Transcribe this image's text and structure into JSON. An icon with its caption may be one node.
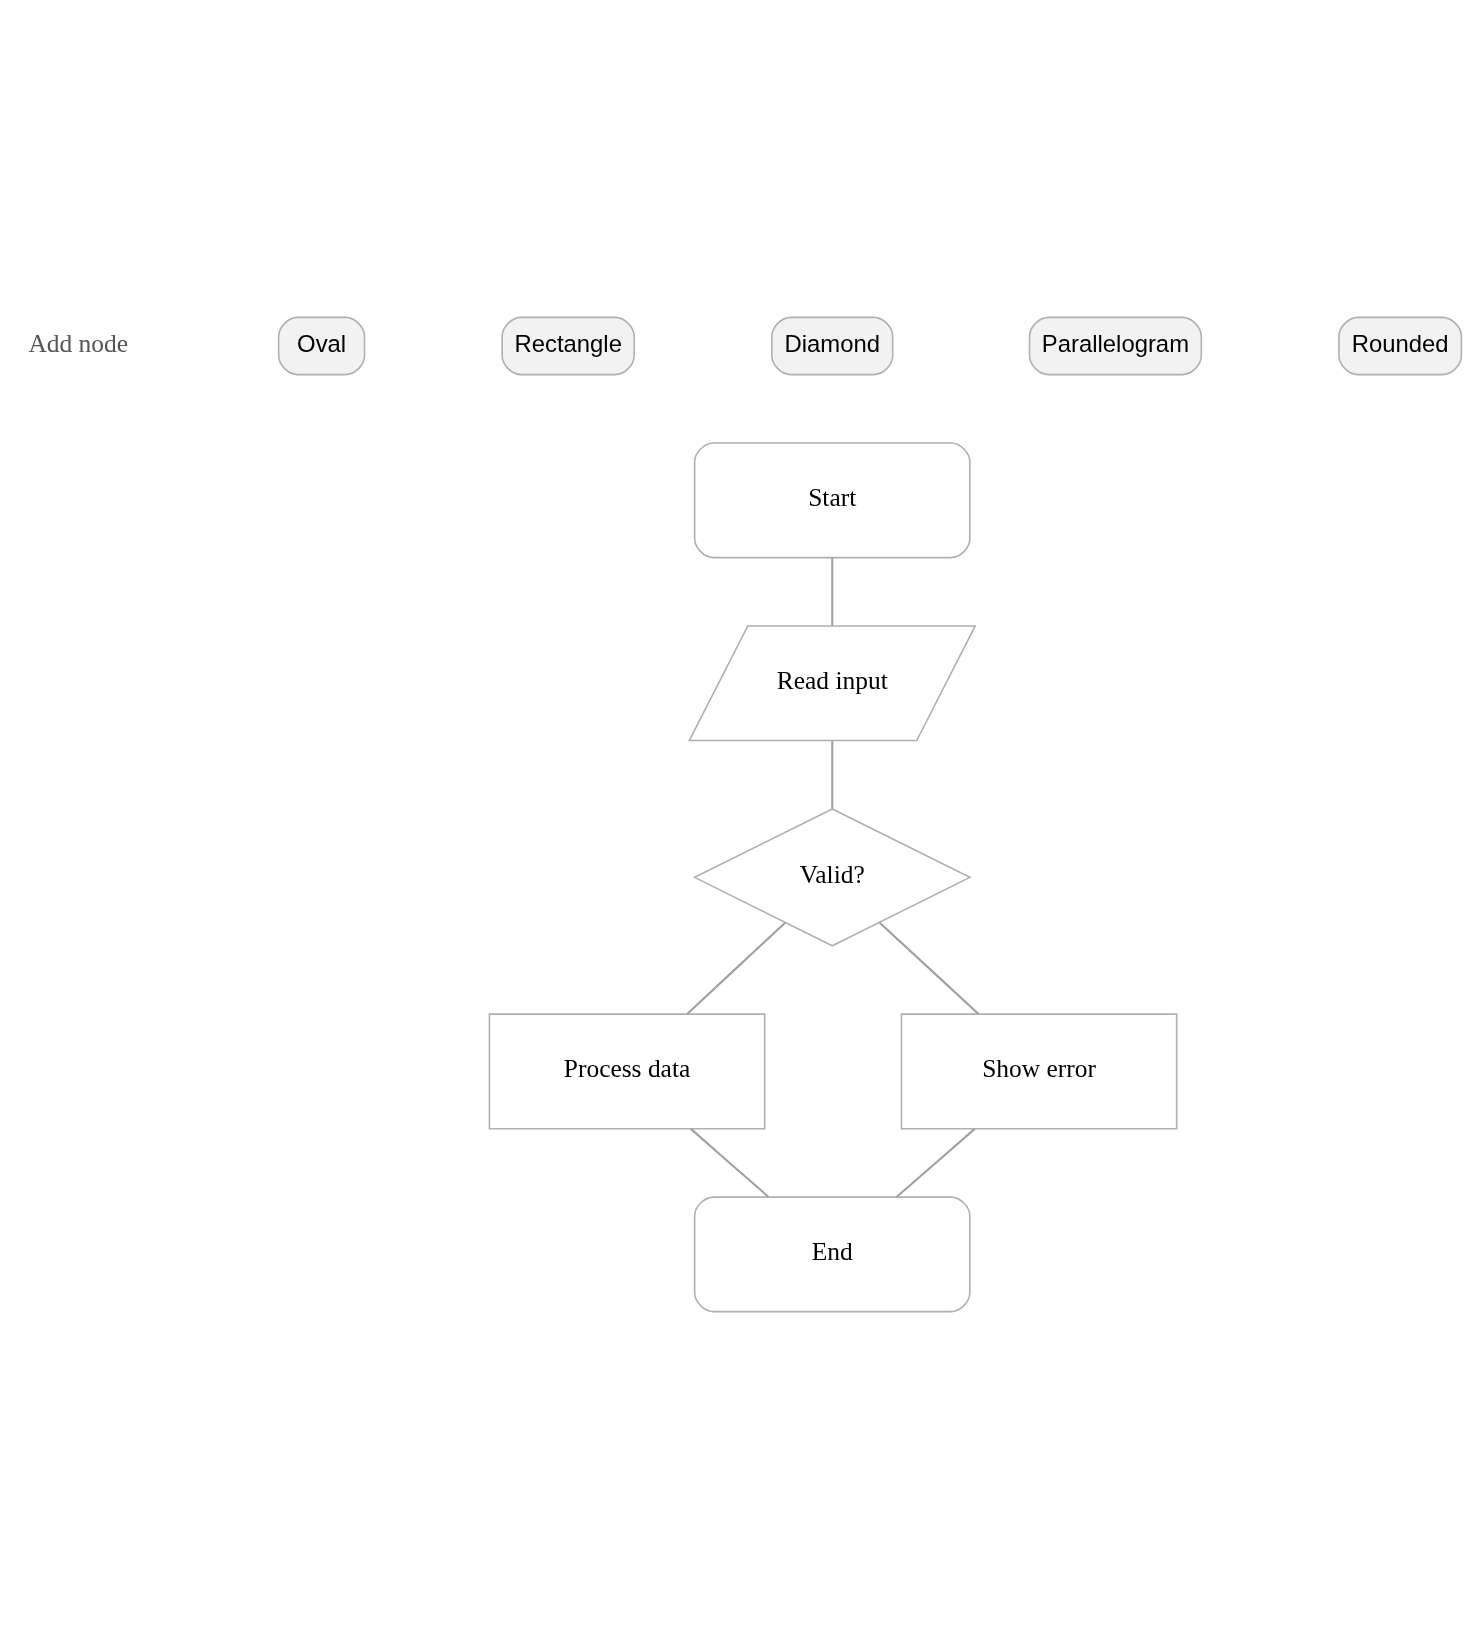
{
  "diagram": {
    "nodes": [
      {
        "text": [
          "Start"
        ]
      },
      {
        "text": [
          "Read input"
        ]
      },
      {
        "text": [
          "Valid?"
        ]
      },
      {
        "text": [
          "Process data"
        ]
      },
      {
        "text": [
          "Show error"
        ]
      },
      {
        "text": [
          "End"
        ]
      }
    ],
    "edges": [
      {
        "from": 0,
        "to": 1,
        "arrow": "none"
      },
      {
        "from": 1,
        "to": 2,
        "arrow": "none"
      },
      {
        "from": 2,
        "to": 3,
        "arrow": "none"
      },
      {
        "from": 2,
        "to": 4,
        "arrow": "none"
      },
      {
        "from": 3,
        "to": 5,
        "arrow": "none"
      },
      {
        "from": 4,
        "to": 5,
        "arrow": "none"
      }
    ],
    "labels": [
      "Add node",
      "Oval",
      "Rectangle",
      "Diamond",
      "Parallelogram",
      "Rounded"
    ]
  }
}
